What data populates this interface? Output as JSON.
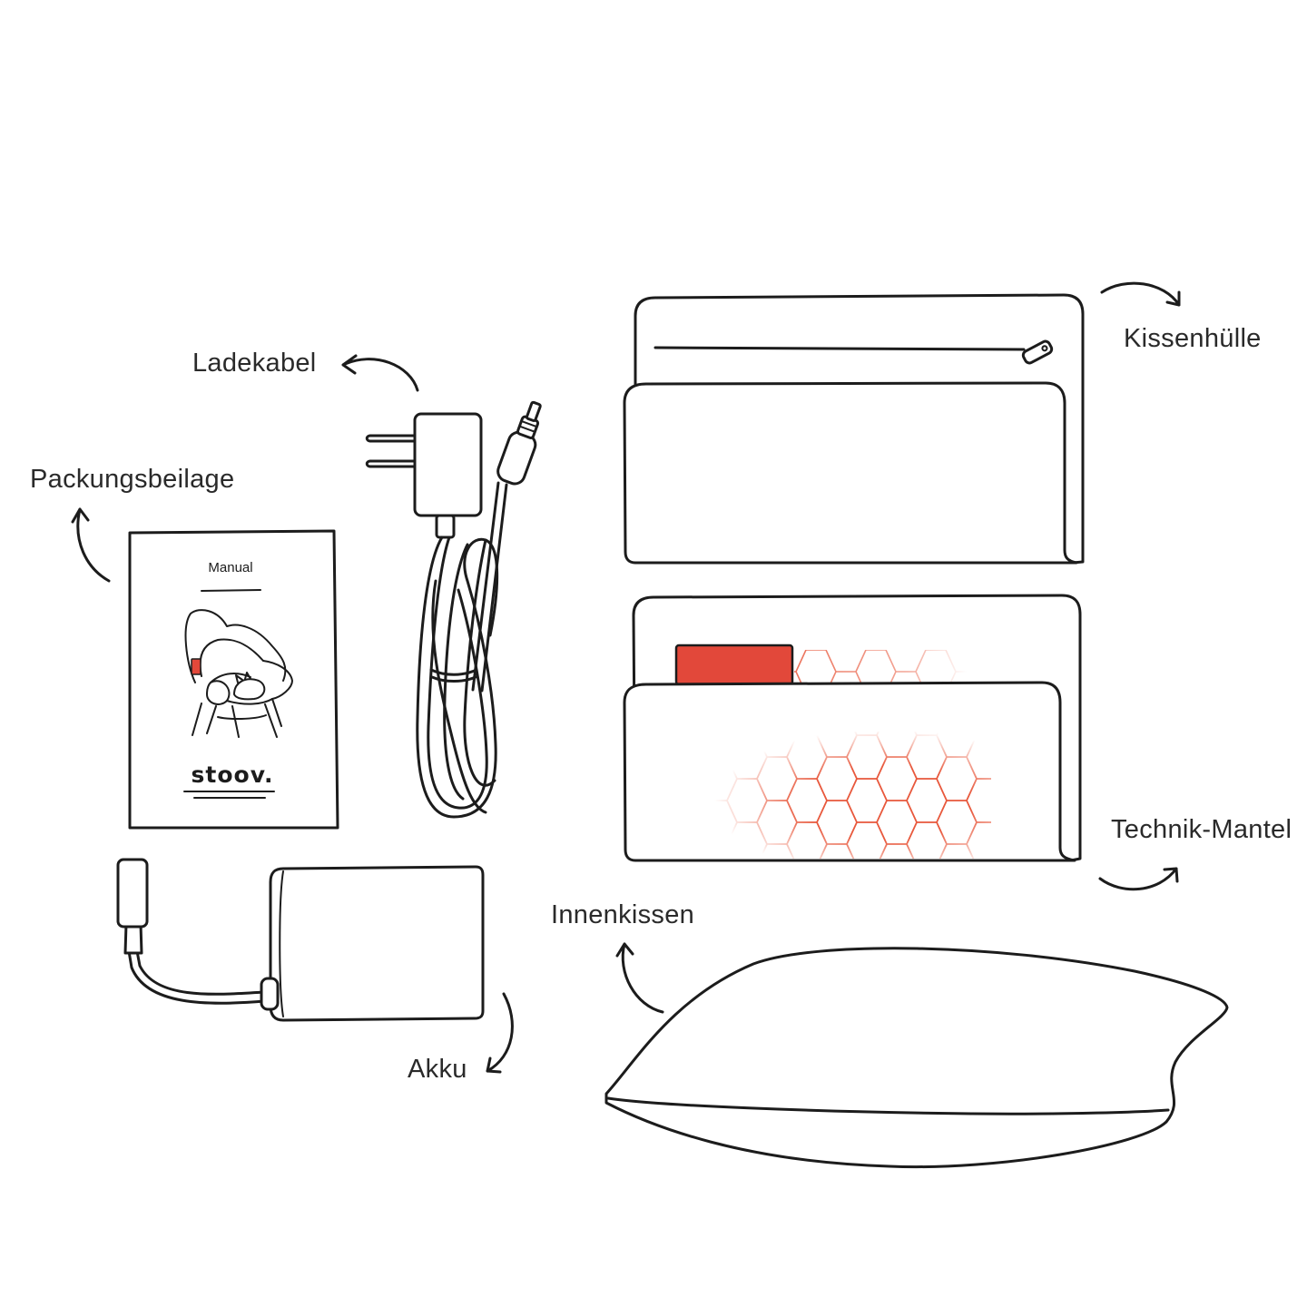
{
  "labels": {
    "ladekabel": "Ladekabel",
    "packungsbeilage": "Packungsbeilage",
    "kissenhuelle": "Kissenhülle",
    "technik_mantel": "Technik-Mantel",
    "innenkissen": "Innenkissen",
    "akku": "Akku"
  },
  "manual": {
    "title": "Manual",
    "brand": "stoov."
  },
  "colors": {
    "ink": "#1c1c1c",
    "accent": "#e2483a",
    "pattern": "#e8583c",
    "background": "#ffffff"
  },
  "icons": [
    "manual-booklet-icon",
    "charger-icon",
    "cushion-cover-icon",
    "tech-cover-icon",
    "battery-icon",
    "inner-pillow-icon",
    "arrow-icon"
  ]
}
